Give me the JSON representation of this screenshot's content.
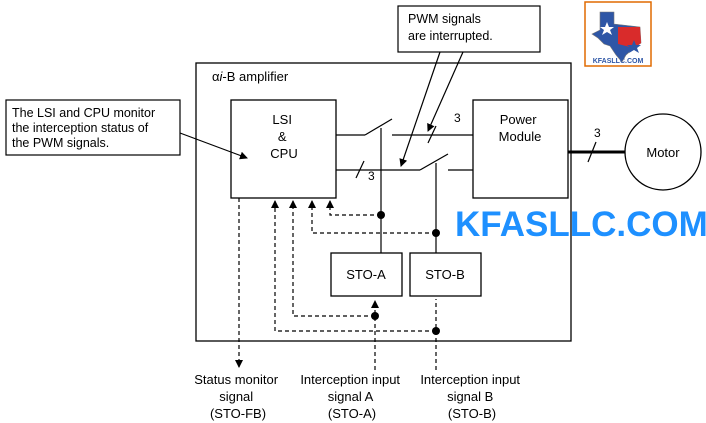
{
  "amplifier": {
    "label_prefix": "α",
    "label_italic": "i",
    "label_suffix": "-B amplifier"
  },
  "lsi_cpu": {
    "line1": "LSI",
    "line2": "&",
    "line3": "CPU"
  },
  "power_module": {
    "line1": "Power",
    "line2": "Module"
  },
  "motor": {
    "label": "Motor"
  },
  "sto_a": {
    "label": "STO-A"
  },
  "sto_b": {
    "label": "STO-B"
  },
  "bus_counts": {
    "upper": "3",
    "lower": "3",
    "motor": "3"
  },
  "callouts": {
    "lsi_note": [
      "The LSI and CPU monitor",
      "the interception status of",
      "the PWM signals."
    ],
    "pwm_note": [
      "PWM signals",
      "are interrupted."
    ]
  },
  "signals": {
    "status_monitor": [
      "Status monitor",
      "signal",
      "(STO-FB)"
    ],
    "input_a": [
      "Interception input",
      "signal A",
      "(STO-A)"
    ],
    "input_b": [
      "Interception input",
      "signal B",
      "(STO-B)"
    ]
  },
  "watermark": {
    "text": "KFASLLC.COM",
    "logo_text": "KFASLLC.COM",
    "color": "#1e90ff",
    "logo_border": "#e06a00"
  }
}
